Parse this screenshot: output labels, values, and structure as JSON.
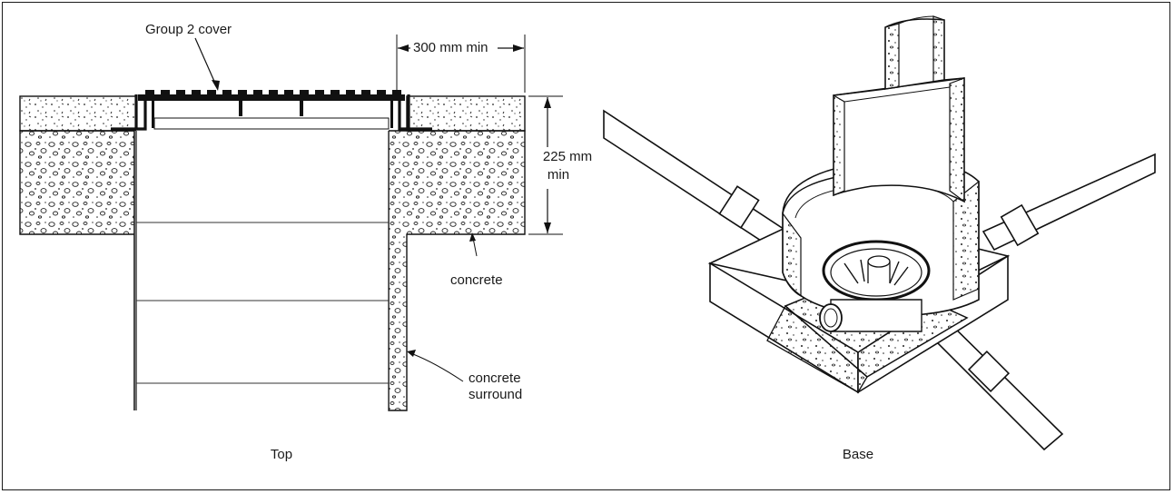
{
  "figure": {
    "top": {
      "caption": "Top",
      "labels": {
        "cover": "Group 2 cover",
        "clearance": "300 mm min",
        "depth_value": "225 mm",
        "depth_unit": "min",
        "concrete": "concrete",
        "surround_line1": "concrete",
        "surround_line2": "surround"
      }
    },
    "base": {
      "caption": "Base"
    }
  }
}
